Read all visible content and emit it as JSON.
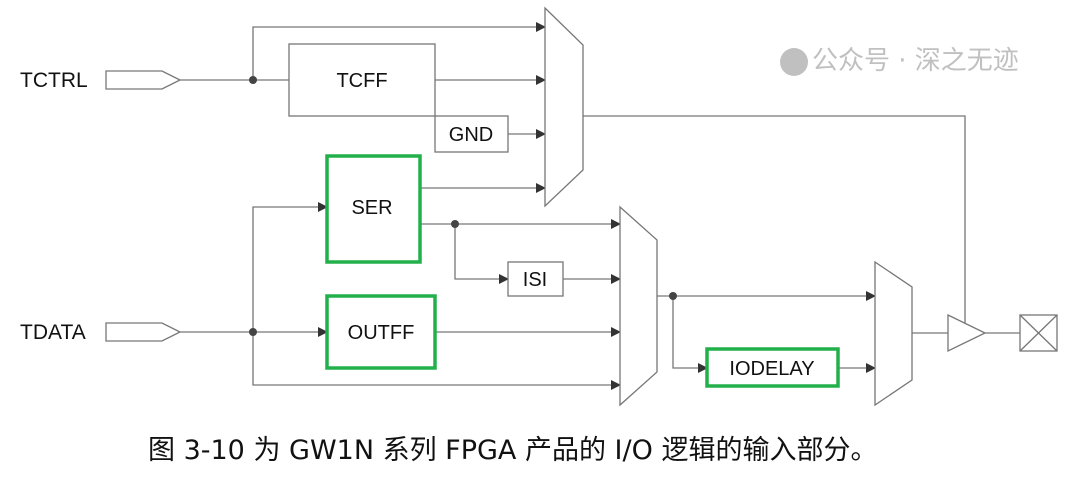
{
  "diagram": {
    "inputs": {
      "tctrl": "TCTRL",
      "tdata": "TDATA"
    },
    "blocks": {
      "tcff": "TCFF",
      "gnd": "GND",
      "ser": "SER",
      "isi": "ISI",
      "outff": "OUTFF",
      "iodelay": "IODELAY"
    },
    "highlight_color": "#22b04b"
  },
  "caption": "图 3-10 为 GW1N 系列 FPGA 产品的 I/O 逻辑的输入部分。",
  "watermark": "公众号 · 深之无迹"
}
